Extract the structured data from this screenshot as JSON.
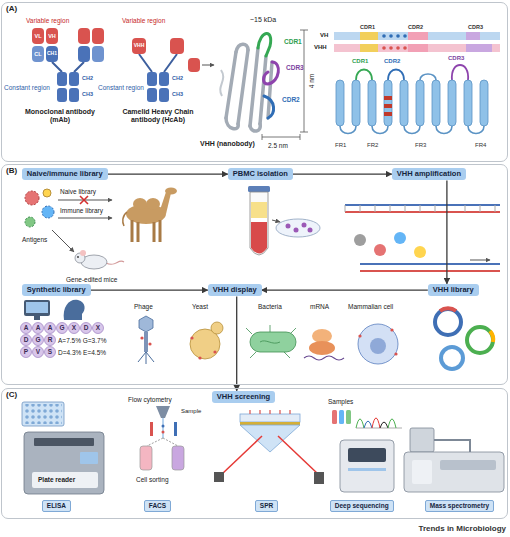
{
  "diagram": {
    "nodes": [
      {
        "text": [
          "(A)"
        ]
      },
      {
        "text": [
          "(B)"
        ]
      },
      {
        "text": [
          "Naive/immune library"
        ],
        "in": 1
      },
      {
        "text": [
          "PBMC isolation"
        ],
        "in": 1
      },
      {
        "text": [
          "VHH amplification"
        ],
        "in": 1
      },
      {
        "text": [
          "Synthetic library"
        ],
        "in": 1
      },
      {
        "text": [
          "VHH display"
        ],
        "in": 1
      },
      {
        "text": [
          "VHH library"
        ],
        "in": 1
      },
      {
        "text": [
          "(C)"
        ]
      },
      {
        "text": [
          "VHH screening"
        ],
        "in": 8
      },
      {
        "text": [
          "ELISA"
        ],
        "in": 8
      },
      {
        "text": [
          "FACS"
        ],
        "in": 8
      },
      {
        "text": [
          "SPR"
        ],
        "in": 8
      },
      {
        "text": [
          "Deep sequencing"
        ],
        "in": 8
      },
      {
        "text": [
          "Mass spectrometry"
        ],
        "in": 8
      }
    ],
    "edges": [
      {
        "from": 2,
        "to": 3,
        "arrow": "to"
      },
      {
        "from": 3,
        "to": 4,
        "arrow": "to"
      },
      {
        "from": 4,
        "to": 7,
        "arrow": "to"
      },
      {
        "from": 7,
        "to": 6,
        "arrow": "to"
      },
      {
        "from": 5,
        "to": 6,
        "arrow": "to"
      },
      {
        "from": 6,
        "to": 9,
        "arrow": "to"
      }
    ],
    "labels": [
      "Variable region",
      "Variable region",
      "VL",
      "VH",
      "CL",
      "CH1",
      "Constant region",
      "CH2",
      "CH3",
      "Monoclonal antibody (mAb)",
      "VHH",
      "Constant region",
      "CH2",
      "CH3",
      "Camelid Heavy Chain antibody (HcAb)",
      "~15 kDa",
      "CDR1",
      "CDR3",
      "CDR2",
      "4 nm",
      "2.5 nm",
      "VHH (nanobody)",
      "VH",
      "VHH",
      "CDR1",
      "CDR2",
      "CDR3",
      "CDR1",
      "CDR2",
      "CDR3",
      "FR1",
      "FR2",
      "FR3",
      "FR4",
      "Antigens",
      "Naive library",
      "Immune library",
      "Gene-edited mice",
      "Phage",
      "Yeast",
      "Bacteria",
      "mRNA",
      "Mammalian cell",
      "A",
      "A",
      "A",
      "G",
      "X",
      "D",
      "X",
      "D",
      "G",
      "R",
      "P",
      "V",
      "S",
      "A=7.5% G=3.7%",
      "D=4.3% E=4.5%",
      "Flow cytometry",
      "Sample",
      "Cell sorting",
      "Plate reader",
      "Samples",
      "Trends in Microbiology"
    ]
  }
}
